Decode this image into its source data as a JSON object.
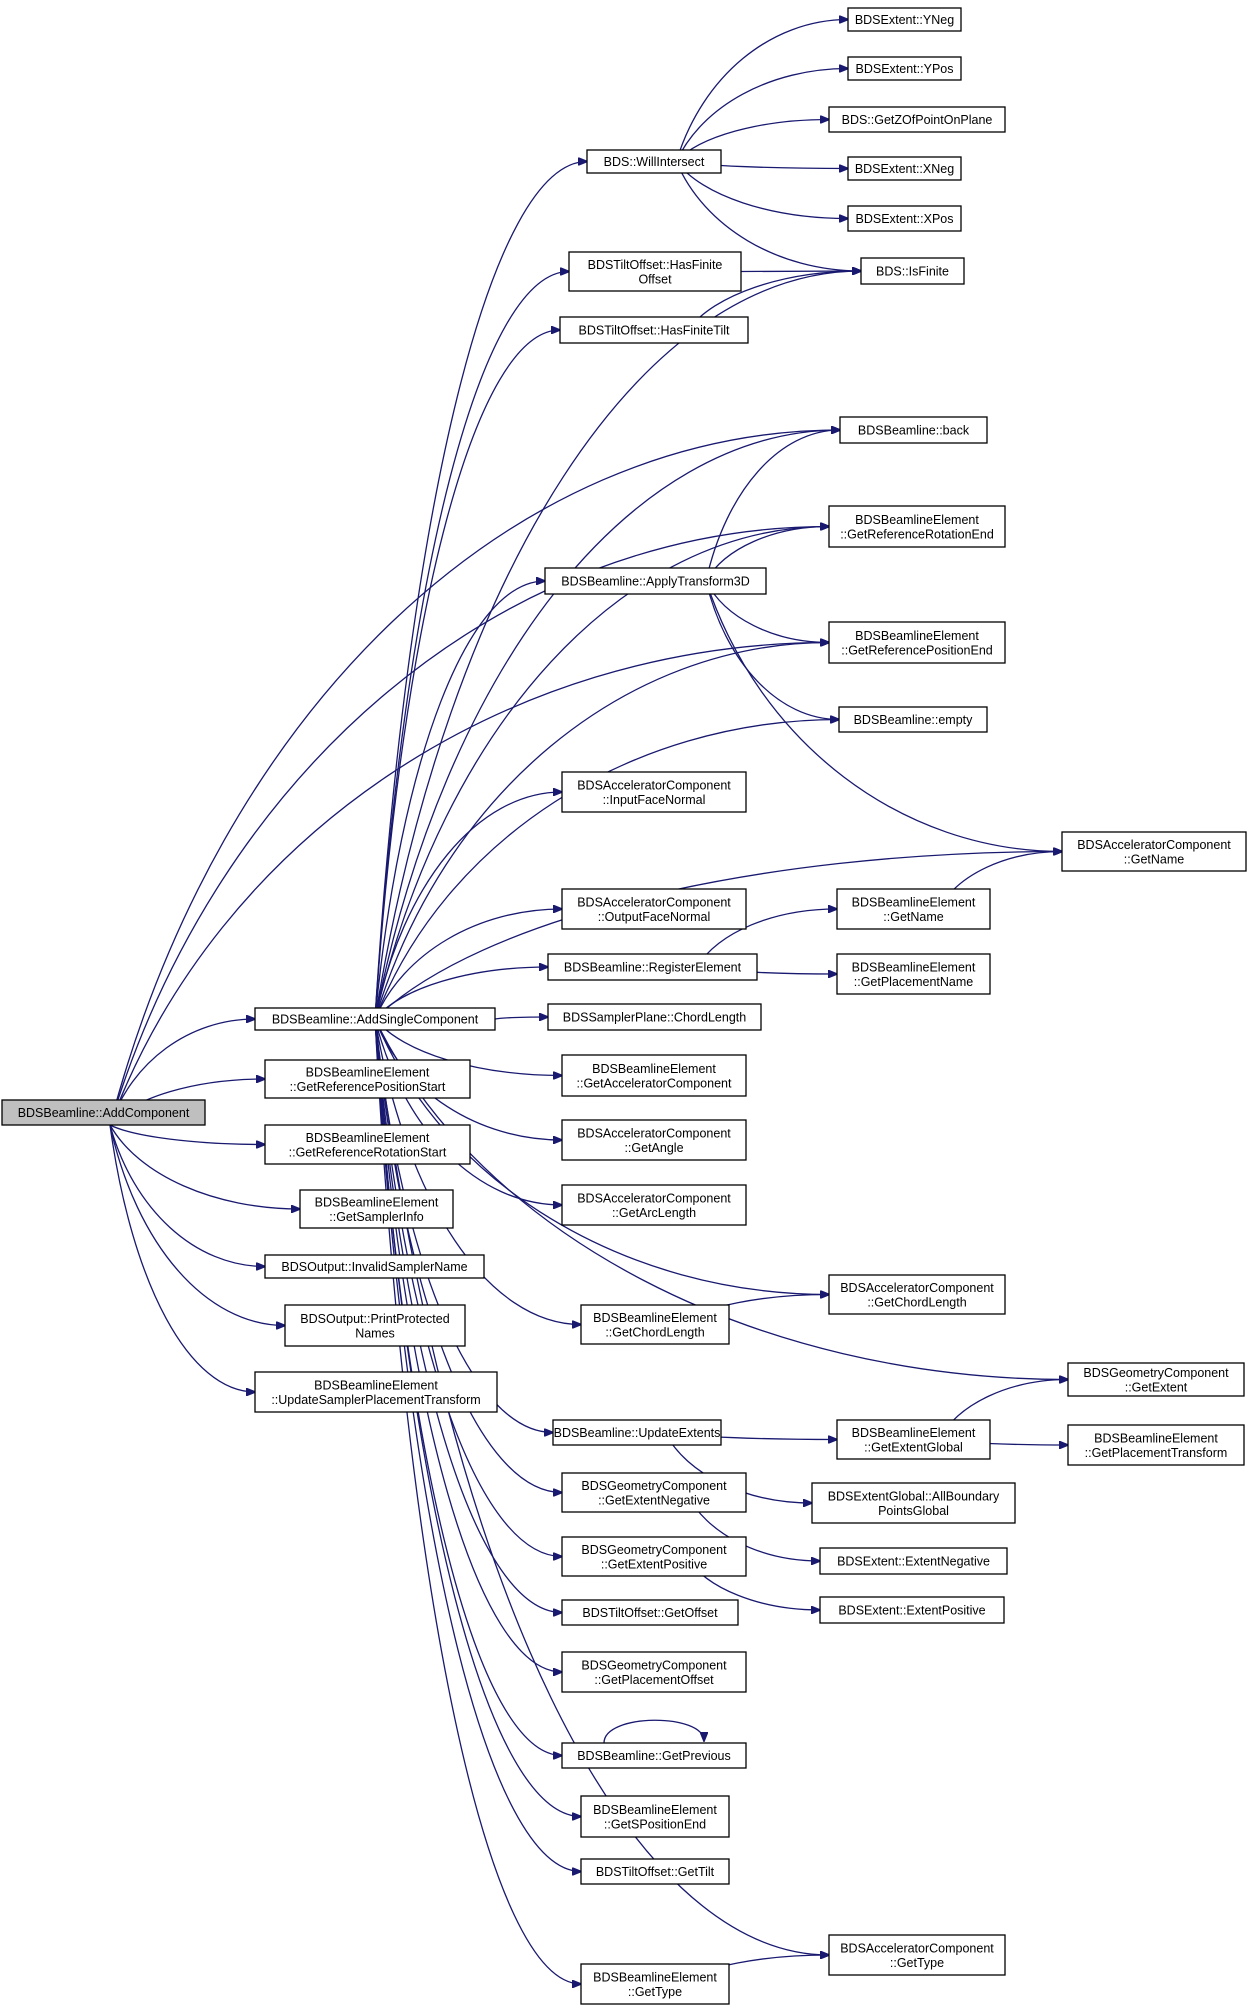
{
  "graph": {
    "nodes": [
      {
        "id": "ac",
        "lines": [
          "BDSBeamline::AddComponent"
        ],
        "root": true
      },
      {
        "id": "asc",
        "lines": [
          "BDSBeamline::AddSingleComponent"
        ]
      },
      {
        "id": "rps",
        "lines": [
          "BDSBeamlineElement",
          "::GetReferencePositionStart"
        ]
      },
      {
        "id": "rrs",
        "lines": [
          "BDSBeamlineElement",
          "::GetReferenceRotationStart"
        ]
      },
      {
        "id": "gsi",
        "lines": [
          "BDSBeamlineElement",
          "::GetSamplerInfo"
        ]
      },
      {
        "id": "isn",
        "lines": [
          "BDSOutput::InvalidSamplerName"
        ]
      },
      {
        "id": "ppn",
        "lines": [
          "BDSOutput::PrintProtected",
          "Names"
        ]
      },
      {
        "id": "uspt",
        "lines": [
          "BDSBeamlineElement",
          "::UpdateSamplerPlacementTransform"
        ]
      },
      {
        "id": "wi",
        "lines": [
          "BDS::WillIntersect"
        ]
      },
      {
        "id": "yneg",
        "lines": [
          "BDSExtent::YNeg"
        ]
      },
      {
        "id": "ypos",
        "lines": [
          "BDSExtent::YPos"
        ]
      },
      {
        "id": "gzop",
        "lines": [
          "BDS::GetZOfPointOnPlane"
        ]
      },
      {
        "id": "xneg",
        "lines": [
          "BDSExtent::XNeg"
        ]
      },
      {
        "id": "xpos",
        "lines": [
          "BDSExtent::XPos"
        ]
      },
      {
        "id": "isf",
        "lines": [
          "BDS::IsFinite"
        ]
      },
      {
        "id": "hfo",
        "lines": [
          "BDSTiltOffset::HasFinite",
          "Offset"
        ]
      },
      {
        "id": "hft",
        "lines": [
          "BDSTiltOffset::HasFiniteTilt"
        ]
      },
      {
        "id": "back",
        "lines": [
          "BDSBeamline::back"
        ]
      },
      {
        "id": "rre",
        "lines": [
          "BDSBeamlineElement",
          "::GetReferenceRotationEnd"
        ]
      },
      {
        "id": "at3d",
        "lines": [
          "BDSBeamline::ApplyTransform3D"
        ]
      },
      {
        "id": "rpe",
        "lines": [
          "BDSBeamlineElement",
          "::GetReferencePositionEnd"
        ]
      },
      {
        "id": "empty",
        "lines": [
          "BDSBeamline::empty"
        ]
      },
      {
        "id": "ifn",
        "lines": [
          "BDSAcceleratorComponent",
          "::InputFaceNormal"
        ]
      },
      {
        "id": "acgn",
        "lines": [
          "BDSAcceleratorComponent",
          "::GetName"
        ]
      },
      {
        "id": "ofn",
        "lines": [
          "BDSAcceleratorComponent",
          "::OutputFaceNormal"
        ]
      },
      {
        "id": "begn",
        "lines": [
          "BDSBeamlineElement",
          "::GetName"
        ]
      },
      {
        "id": "reg",
        "lines": [
          "BDSBeamline::RegisterElement"
        ]
      },
      {
        "id": "gpn",
        "lines": [
          "BDSBeamlineElement",
          "::GetPlacementName"
        ]
      },
      {
        "id": "cl",
        "lines": [
          "BDSSamplerPlane::ChordLength"
        ]
      },
      {
        "id": "gac",
        "lines": [
          "BDSBeamlineElement",
          "::GetAcceleratorComponent"
        ]
      },
      {
        "id": "gang",
        "lines": [
          "BDSAcceleratorComponent",
          "::GetAngle"
        ]
      },
      {
        "id": "garc",
        "lines": [
          "BDSAcceleratorComponent",
          "::GetArcLength"
        ]
      },
      {
        "id": "accl",
        "lines": [
          "BDSAcceleratorComponent",
          "::GetChordLength"
        ]
      },
      {
        "id": "becl",
        "lines": [
          "BDSBeamlineElement",
          "::GetChordLength"
        ]
      },
      {
        "id": "gcge",
        "lines": [
          "BDSGeometryComponent",
          "::GetExtent"
        ]
      },
      {
        "id": "ue",
        "lines": [
          "BDSBeamline::UpdateExtents"
        ]
      },
      {
        "id": "beeg",
        "lines": [
          "BDSBeamlineElement",
          "::GetExtentGlobal"
        ]
      },
      {
        "id": "gpt",
        "lines": [
          "BDSBeamlineElement",
          "::GetPlacementTransform"
        ]
      },
      {
        "id": "abpg",
        "lines": [
          "BDSExtentGlobal::AllBoundary",
          "PointsGlobal"
        ]
      },
      {
        "id": "gen",
        "lines": [
          "BDSGeometryComponent",
          "::GetExtentNegative"
        ]
      },
      {
        "id": "exn",
        "lines": [
          "BDSExtent::ExtentNegative"
        ]
      },
      {
        "id": "gep",
        "lines": [
          "BDSGeometryComponent",
          "::GetExtentPositive"
        ]
      },
      {
        "id": "exp",
        "lines": [
          "BDSExtent::ExtentPositive"
        ]
      },
      {
        "id": "goff",
        "lines": [
          "BDSTiltOffset::GetOffset"
        ]
      },
      {
        "id": "gpo",
        "lines": [
          "BDSGeometryComponent",
          "::GetPlacementOffset"
        ]
      },
      {
        "id": "gprev",
        "lines": [
          "BDSBeamline::GetPrevious"
        ]
      },
      {
        "id": "gspe",
        "lines": [
          "BDSBeamlineElement",
          "::GetSPositionEnd"
        ]
      },
      {
        "id": "gtilt",
        "lines": [
          "BDSTiltOffset::GetTilt"
        ]
      },
      {
        "id": "acgt",
        "lines": [
          "BDSAcceleratorComponent",
          "::GetType"
        ]
      },
      {
        "id": "begt",
        "lines": [
          "BDSBeamlineElement",
          "::GetType"
        ]
      }
    ],
    "edges": [
      [
        "ac",
        "asc"
      ],
      [
        "ac",
        "rps"
      ],
      [
        "ac",
        "rrs"
      ],
      [
        "ac",
        "gsi"
      ],
      [
        "ac",
        "isn"
      ],
      [
        "ac",
        "ppn"
      ],
      [
        "ac",
        "uspt"
      ],
      [
        "ac",
        "back"
      ],
      [
        "ac",
        "rre"
      ],
      [
        "ac",
        "rpe"
      ],
      [
        "asc",
        "wi"
      ],
      [
        "asc",
        "isf"
      ],
      [
        "asc",
        "hfo"
      ],
      [
        "asc",
        "hft"
      ],
      [
        "asc",
        "back"
      ],
      [
        "asc",
        "rre"
      ],
      [
        "asc",
        "at3d"
      ],
      [
        "asc",
        "rpe"
      ],
      [
        "asc",
        "empty"
      ],
      [
        "asc",
        "ifn"
      ],
      [
        "asc",
        "acgn"
      ],
      [
        "asc",
        "ofn"
      ],
      [
        "asc",
        "reg"
      ],
      [
        "asc",
        "cl"
      ],
      [
        "asc",
        "gac"
      ],
      [
        "asc",
        "gang"
      ],
      [
        "asc",
        "garc"
      ],
      [
        "asc",
        "accl"
      ],
      [
        "asc",
        "becl"
      ],
      [
        "asc",
        "gcge"
      ],
      [
        "asc",
        "ue"
      ],
      [
        "asc",
        "gen"
      ],
      [
        "asc",
        "gep"
      ],
      [
        "asc",
        "goff"
      ],
      [
        "asc",
        "gpo"
      ],
      [
        "asc",
        "gprev"
      ],
      [
        "asc",
        "gspe"
      ],
      [
        "asc",
        "gtilt"
      ],
      [
        "asc",
        "acgt"
      ],
      [
        "asc",
        "begt"
      ],
      [
        "wi",
        "yneg"
      ],
      [
        "wi",
        "ypos"
      ],
      [
        "wi",
        "gzop"
      ],
      [
        "wi",
        "xneg"
      ],
      [
        "wi",
        "xpos"
      ],
      [
        "wi",
        "isf"
      ],
      [
        "hfo",
        "isf"
      ],
      [
        "hft",
        "isf"
      ],
      [
        "at3d",
        "back"
      ],
      [
        "at3d",
        "rre"
      ],
      [
        "at3d",
        "rpe"
      ],
      [
        "at3d",
        "empty"
      ],
      [
        "at3d",
        "acgn"
      ],
      [
        "reg",
        "begn"
      ],
      [
        "reg",
        "gpn"
      ],
      [
        "begn",
        "acgn"
      ],
      [
        "becl",
        "accl"
      ],
      [
        "ue",
        "beeg"
      ],
      [
        "ue",
        "abpg"
      ],
      [
        "beeg",
        "gcge"
      ],
      [
        "beeg",
        "gpt"
      ],
      [
        "gen",
        "exn"
      ],
      [
        "gep",
        "exp"
      ],
      [
        "gprev",
        "gprev"
      ],
      [
        "begt",
        "acgt"
      ]
    ]
  }
}
